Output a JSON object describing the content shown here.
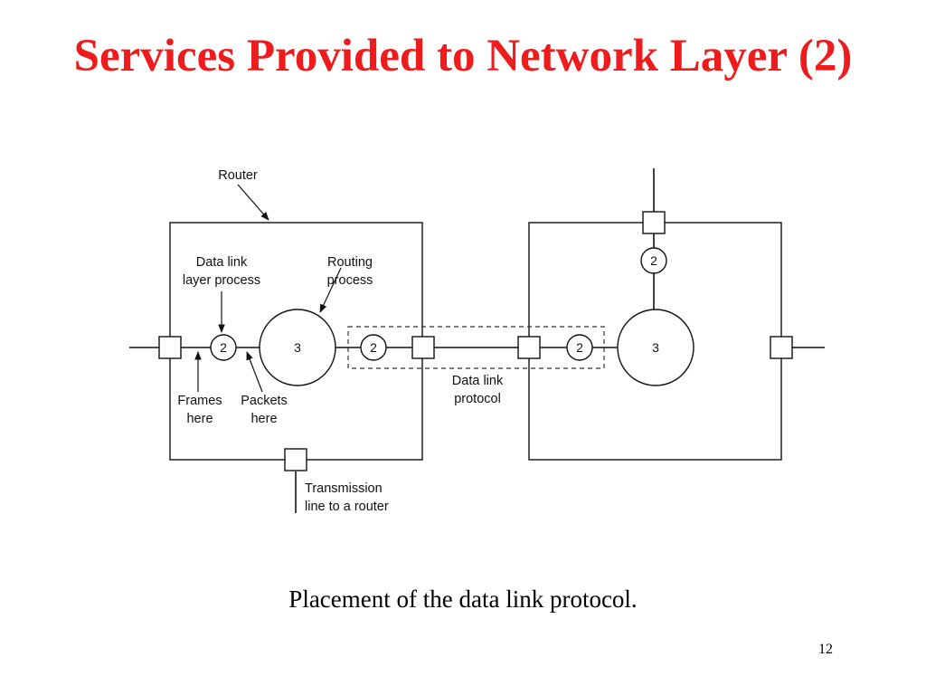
{
  "slide": {
    "title": "Services Provided to Network Layer (2)",
    "caption": "Placement of the data link protocol.",
    "page_number": "12"
  },
  "colors": {
    "title": "#ee1c1c",
    "line": "#111111",
    "dashed_box": "#333333"
  },
  "diagram": {
    "labels": {
      "router": "Router",
      "data_link_line1": "Data link",
      "data_link_line2": "layer process",
      "routing_line1": "Routing",
      "routing_line2": "process",
      "frames_line1": "Frames",
      "frames_line2": "here",
      "packets_line1": "Packets",
      "packets_line2": "here",
      "dl_protocol_line1": "Data link",
      "dl_protocol_line2": "protocol",
      "transmission_line1": "Transmission",
      "transmission_line2": "line to a router"
    },
    "nodes": {
      "layer2": "2",
      "layer3": "3"
    }
  }
}
